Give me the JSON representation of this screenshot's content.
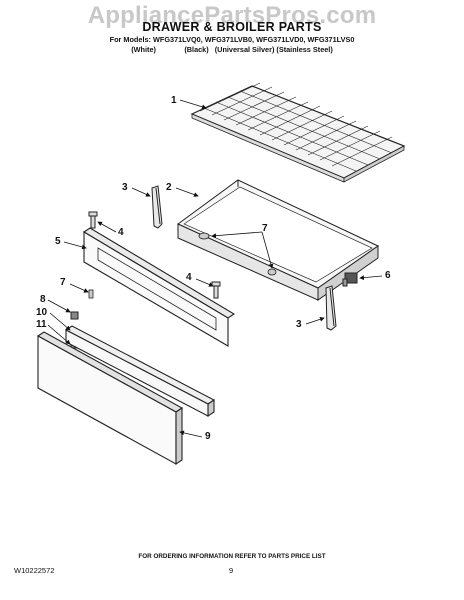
{
  "watermark": "AppliancePartsPros.com",
  "header": {
    "title": "DRAWER & BROILER PARTS",
    "models": "For Models: WFG371LVQ0, WFG371LVB0, WFG371LVD0, WFG371LVS0",
    "variants": "(White)              (Black)   (Universal Silver) (Stainless Steel)"
  },
  "callouts": [
    "1",
    "2",
    "3",
    "3",
    "4",
    "4",
    "5",
    "6",
    "7",
    "7",
    "8",
    "9",
    "10",
    "11"
  ],
  "footer": {
    "note": "FOR ORDERING INFORMATION REFER TO PARTS PRICE LIST",
    "doc_number": "W10222572",
    "page_number": "9"
  }
}
